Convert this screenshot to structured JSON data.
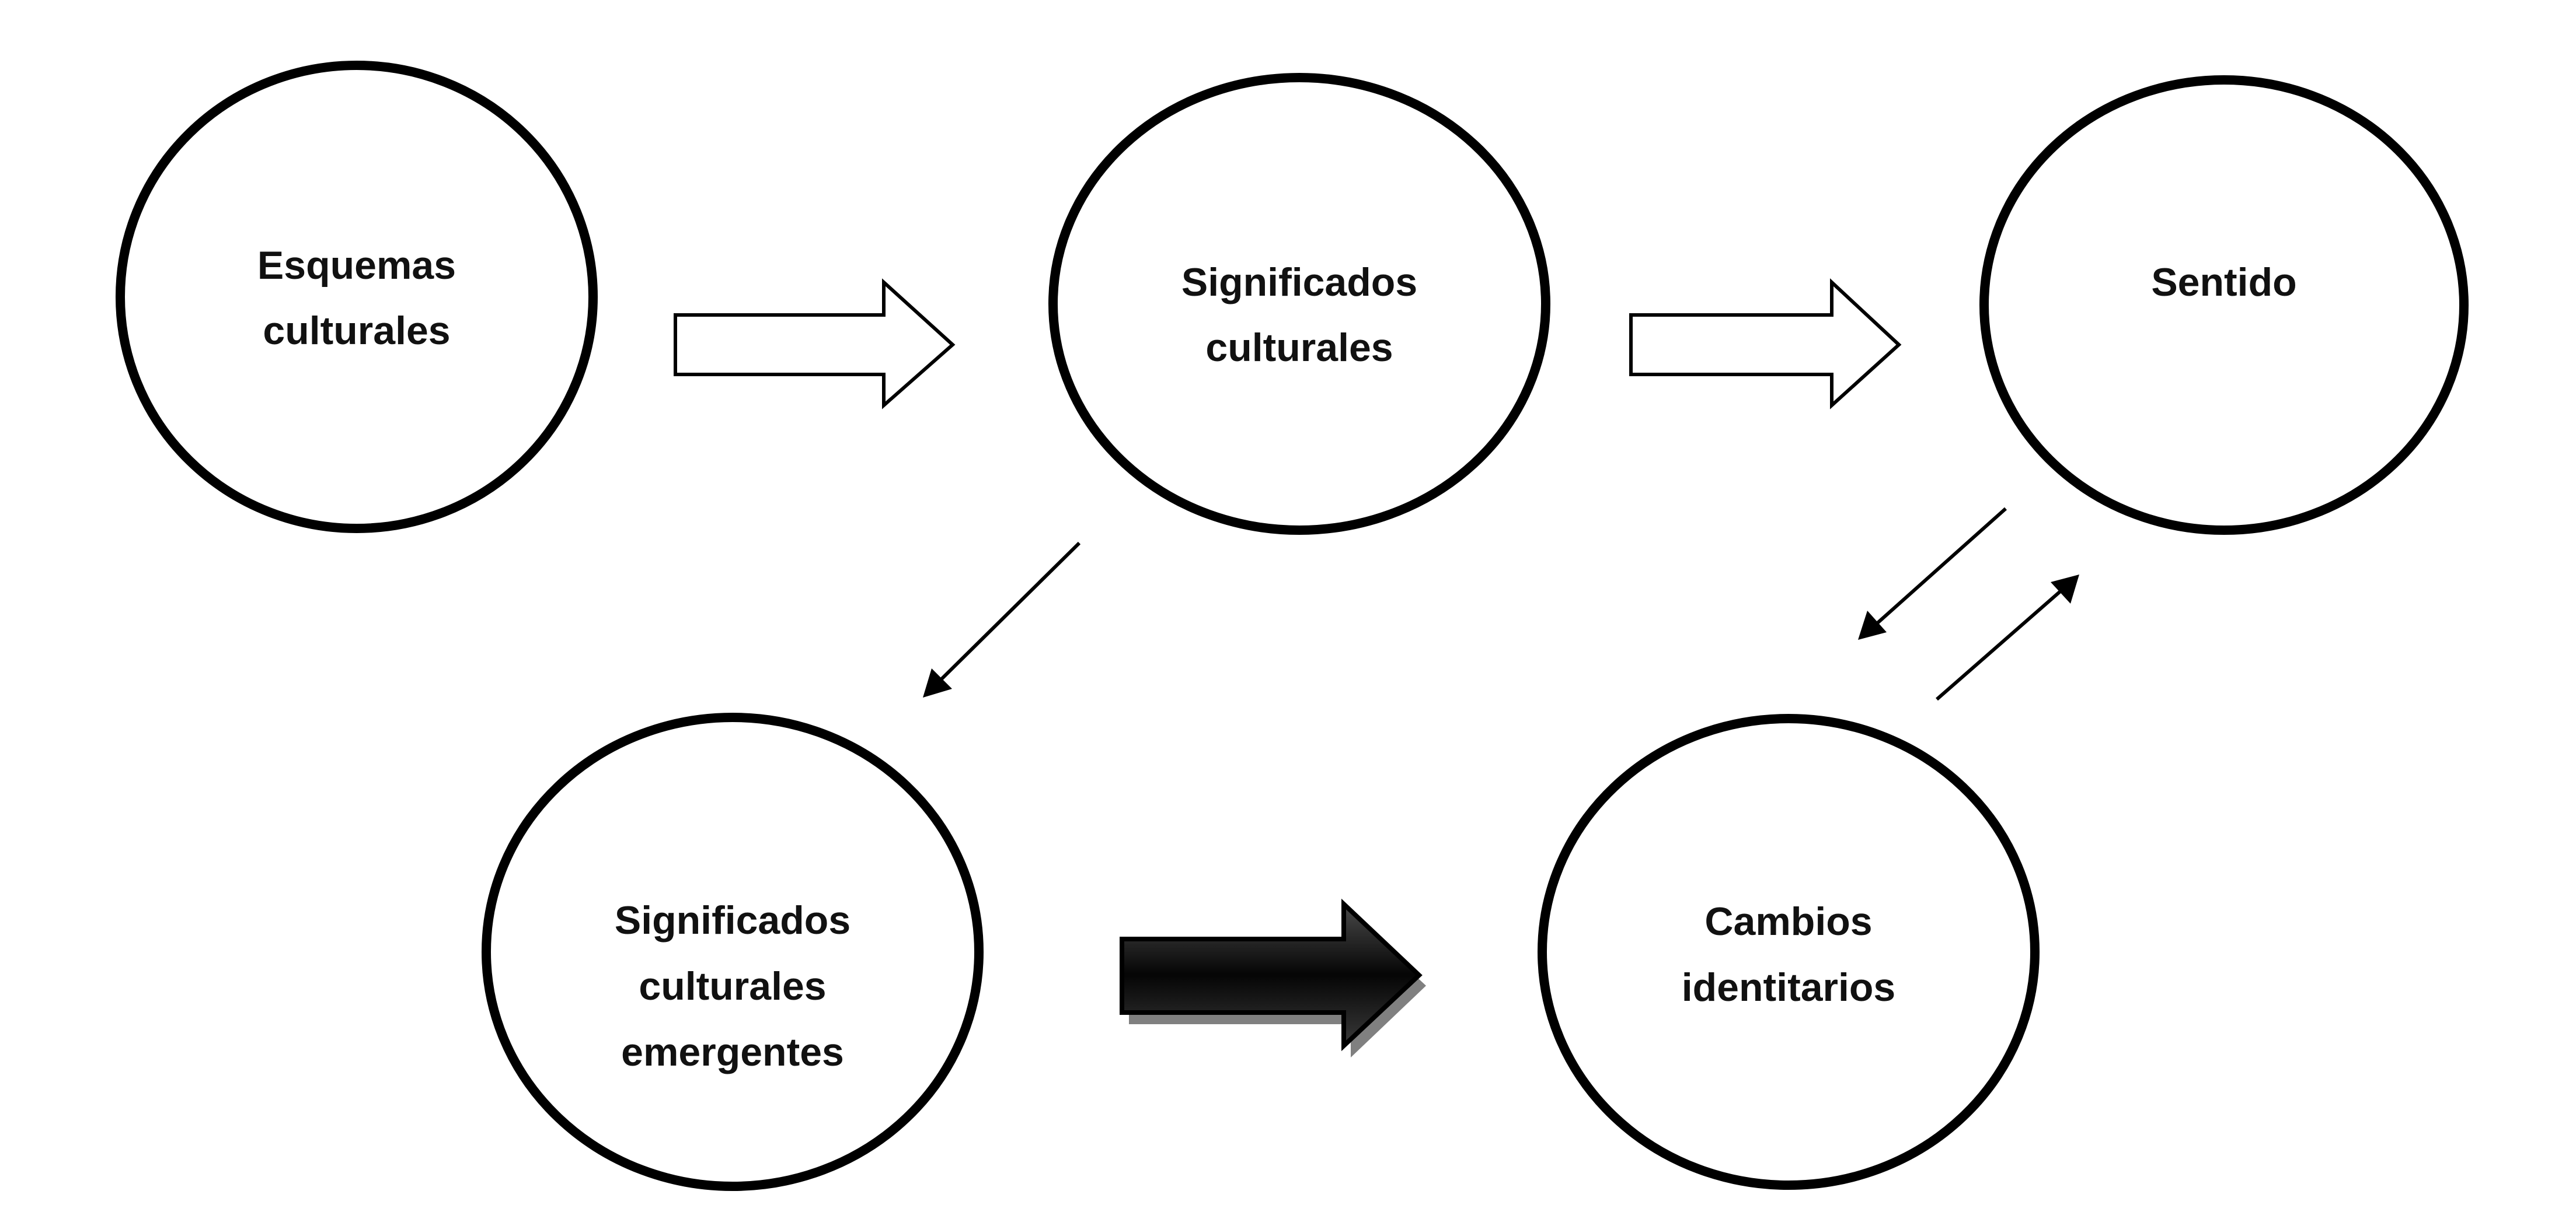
{
  "diagram": {
    "nodes": [
      {
        "id": "esquemas",
        "lines": [
          "Esquemas",
          "culturales"
        ]
      },
      {
        "id": "significados",
        "lines": [
          "Significados",
          "culturales"
        ]
      },
      {
        "id": "sentido",
        "lines": [
          "Sentido"
        ]
      },
      {
        "id": "emergentes",
        "lines": [
          "Significados",
          "culturales",
          "emergentes"
        ]
      },
      {
        "id": "cambios",
        "lines": [
          "Cambios",
          "identitarios"
        ]
      }
    ],
    "edges": [
      {
        "from": "esquemas",
        "to": "significados",
        "style": "hollow-block-arrow"
      },
      {
        "from": "significados",
        "to": "sentido",
        "style": "hollow-block-arrow"
      },
      {
        "from": "significados",
        "to": "emergentes",
        "style": "thin-arrow"
      },
      {
        "from": "sentido",
        "to": "cambios",
        "style": "thin-arrow"
      },
      {
        "from": "cambios",
        "to": "sentido",
        "style": "thin-arrow"
      },
      {
        "from": "emergentes",
        "to": "cambios",
        "style": "solid-block-arrow"
      }
    ],
    "colors": {
      "stroke": "#000000",
      "background": "#ffffff",
      "solid_arrow": "#1a1a1a",
      "shadow": "#808080"
    }
  }
}
